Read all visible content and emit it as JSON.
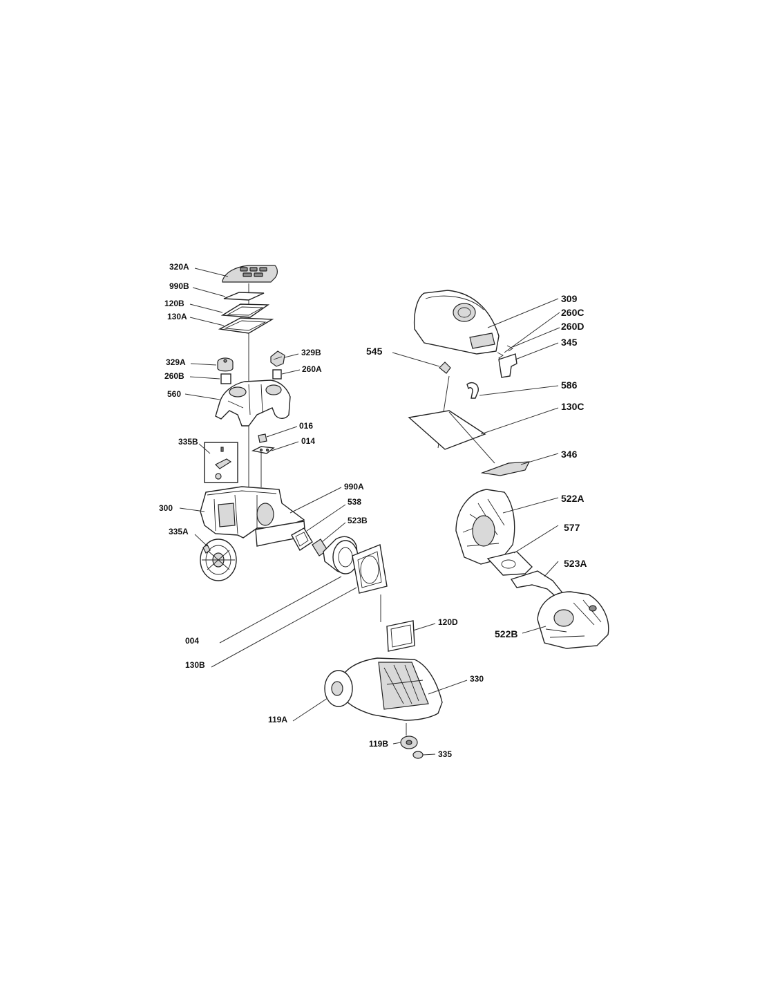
{
  "labels": {
    "p320A": "320A",
    "p990B": "990B",
    "p120B": "120B",
    "p130A": "130A",
    "p329A": "329A",
    "p329B": "329B",
    "p260B": "260B",
    "p260A": "260A",
    "p560": "560",
    "p016": "016",
    "p014": "014",
    "p335B": "335B",
    "p300": "300",
    "p335A": "335A",
    "p990A": "990A",
    "p538": "538",
    "p523B": "523B",
    "p004": "004",
    "p130B": "130B",
    "p120D": "120D",
    "p330": "330",
    "p119A": "119A",
    "p119B": "119B",
    "p335": "335",
    "p309": "309",
    "p260C": "260C",
    "p260D": "260D",
    "p345": "345",
    "p545": "545",
    "p586": "586",
    "p130C": "130C",
    "p346": "346",
    "p522A": "522A",
    "p577": "577",
    "p523A": "523A",
    "p522B": "522B"
  }
}
